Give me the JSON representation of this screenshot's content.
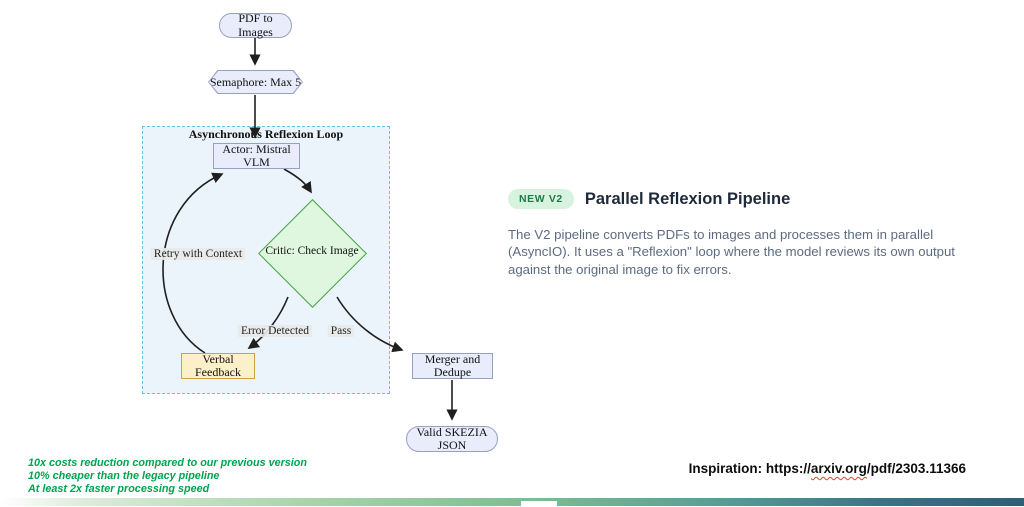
{
  "diagram": {
    "subgraph_title": "Asynchronous Reflexion Loop",
    "nodes": {
      "pdf_to_images": {
        "label": "PDF to Images",
        "shape": "stadium"
      },
      "semaphore": {
        "label": "Semaphore: Max 5",
        "shape": "hexagon"
      },
      "actor": {
        "label": "Actor: Mistral VLM",
        "shape": "rect"
      },
      "critic": {
        "label": "Critic: Check Image",
        "shape": "diamond"
      },
      "verbal_feedback": {
        "label": "Verbal Feedback",
        "shape": "rect"
      },
      "merger": {
        "label": "Merger and Dedupe",
        "shape": "rect"
      },
      "valid_json": {
        "label": "Valid SKEZIA JSON",
        "shape": "stadium"
      }
    },
    "edge_labels": {
      "retry": "Retry with Context",
      "error": "Error Detected",
      "pass": "Pass"
    },
    "edges": [
      {
        "from": "pdf_to_images",
        "to": "semaphore",
        "label": ""
      },
      {
        "from": "semaphore",
        "to": "actor",
        "label": ""
      },
      {
        "from": "actor",
        "to": "critic",
        "label": ""
      },
      {
        "from": "critic",
        "to": "verbal_feedback",
        "label": "Error Detected"
      },
      {
        "from": "critic",
        "to": "merger",
        "label": "Pass"
      },
      {
        "from": "verbal_feedback",
        "to": "actor",
        "label": "Retry with Context"
      },
      {
        "from": "merger",
        "to": "valid_json",
        "label": ""
      }
    ],
    "colors": {
      "node_fill": "#e8ecfb",
      "node_border": "#98a0c0",
      "critic_fill": "#dff6df",
      "critic_border": "#41a344",
      "feedback_fill": "#fbf0c8",
      "feedback_border": "#cda53e",
      "subgraph_fill": "#ebf4fb",
      "subgraph_border": "#66c2e8",
      "edge_stroke": "#1f1f1f"
    }
  },
  "info": {
    "badge": "NEW V2",
    "title": "Parallel Reflexion Pipeline",
    "description": "The V2 pipeline converts PDFs to images and processes them in parallel (AsyncIO). It uses a \"Reflexion\" loop where the model reviews its own output against the original image to fix errors.",
    "badge_bg": "#d7f3df",
    "badge_text_color": "#1f7a45"
  },
  "benefits": {
    "line1": "10x costs reduction compared to our previous version",
    "line2": "10% cheaper than the legacy pipeline",
    "line3": "At least 2x faster processing speed",
    "color": "#00a44f"
  },
  "inspiration": {
    "prefix": "Inspiration: https://",
    "domain": "arxiv.org",
    "suffix": "/pdf/2303.11366",
    "squiggle_color": "#e0442c"
  },
  "bottom_bar_gradient": [
    "#ffffff",
    "#a9d3ab",
    "#7cbd92",
    "#55a095",
    "#2f5e77"
  ]
}
